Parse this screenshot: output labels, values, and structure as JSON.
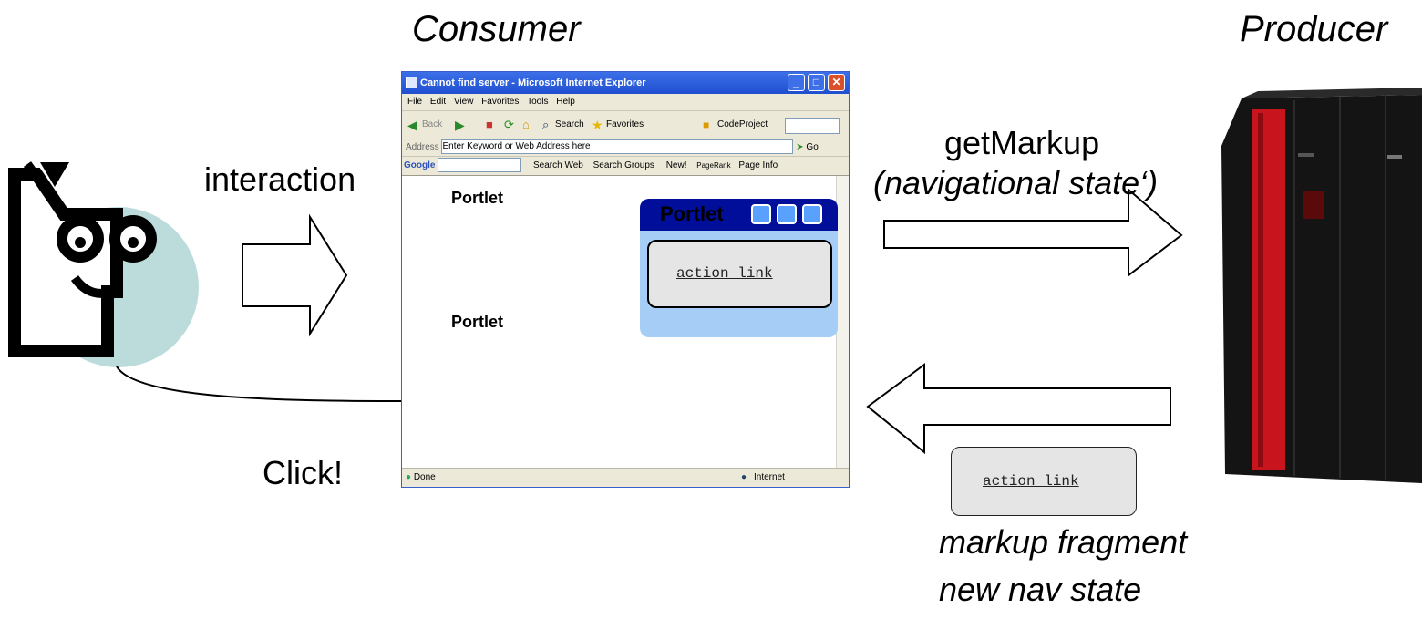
{
  "labels": {
    "consumer": "Consumer",
    "producer": "Producer",
    "interaction": "interaction",
    "get_markup": "getMarkup",
    "nav_state": "(navigational state‘)",
    "click": "Click!",
    "markup_fragment": "markup fragment",
    "new_nav_state": "new nav state"
  },
  "browser": {
    "title": "Cannot find server - Microsoft Internet Explorer",
    "menu": [
      "File",
      "Edit",
      "View",
      "Favorites",
      "Tools",
      "Help"
    ],
    "toolbar": {
      "back": "Back",
      "search": "Search",
      "favorites": "Favorites",
      "codeproject": "CodeProject"
    },
    "address_label": "Address",
    "address_value": "Enter Keyword or Web Address here",
    "go": "Go",
    "google": {
      "logo": "Google",
      "search_web": "Search Web",
      "search_groups": "Search Groups",
      "new": "New!",
      "pagerank": "PageRank",
      "page_info": "Page Info"
    },
    "status_left": "Done",
    "status_right": "Internet",
    "portlet1": "Portlet",
    "portlet2": "Portlet",
    "portlet_window_title": "Portlet",
    "action_link": "action link"
  },
  "fragment": {
    "action_link": "action link"
  },
  "colors": {
    "user_circle": "#bcdcdc",
    "portlet_header": "#000e99",
    "portlet_body": "#a6cdf5",
    "server_body": "#141414",
    "server_red": "#c8141c"
  },
  "icons": [
    "user-face-icon",
    "server-icon",
    "right-arrow-icon",
    "left-arrow-icon"
  ]
}
